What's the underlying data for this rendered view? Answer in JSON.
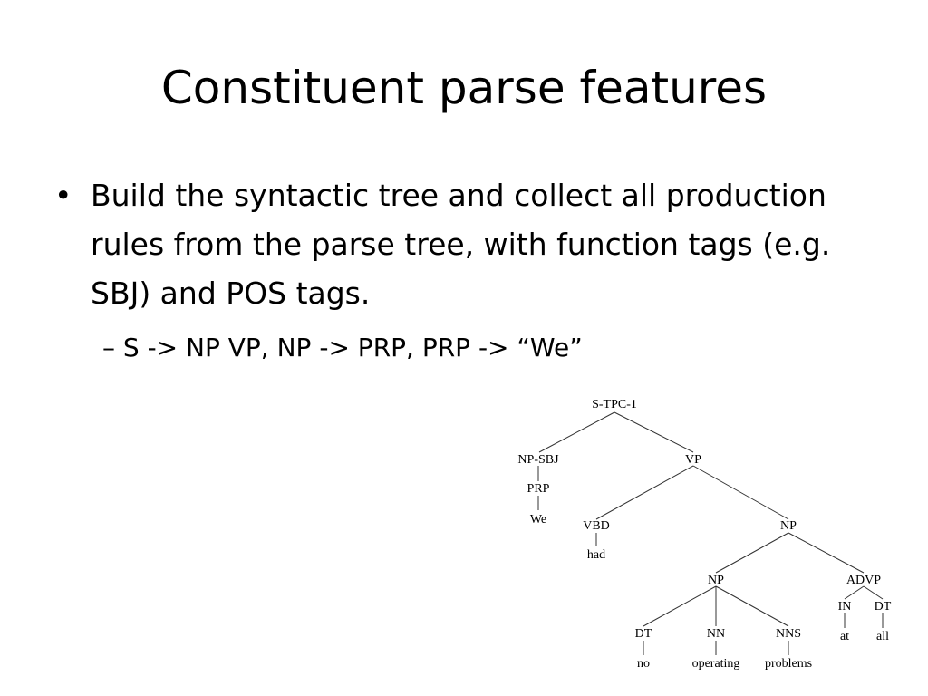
{
  "slide": {
    "title": "Constituent parse features",
    "bullet_symbol": "•",
    "bullet_text": "Build the syntactic tree and collect all production rules from the parse tree, with function tags (e.g. SBJ) and POS tags.",
    "sub_bullet": "– S -> NP VP, NP -> PRP, PRP -> “We”"
  },
  "tree": {
    "nodes": {
      "root": "S-TPC-1",
      "np_sbj": "NP-SBJ",
      "vp": "VP",
      "prp": "PRP",
      "we": "We",
      "vbd": "VBD",
      "np_top": "NP",
      "had": "had",
      "np_inner": "NP",
      "advp": "ADVP",
      "dt1": "DT",
      "nn": "NN",
      "nns": "NNS",
      "in": "IN",
      "dt2": "DT",
      "no": "no",
      "operating": "operating",
      "problems": "problems",
      "at": "at",
      "all": "all"
    }
  }
}
